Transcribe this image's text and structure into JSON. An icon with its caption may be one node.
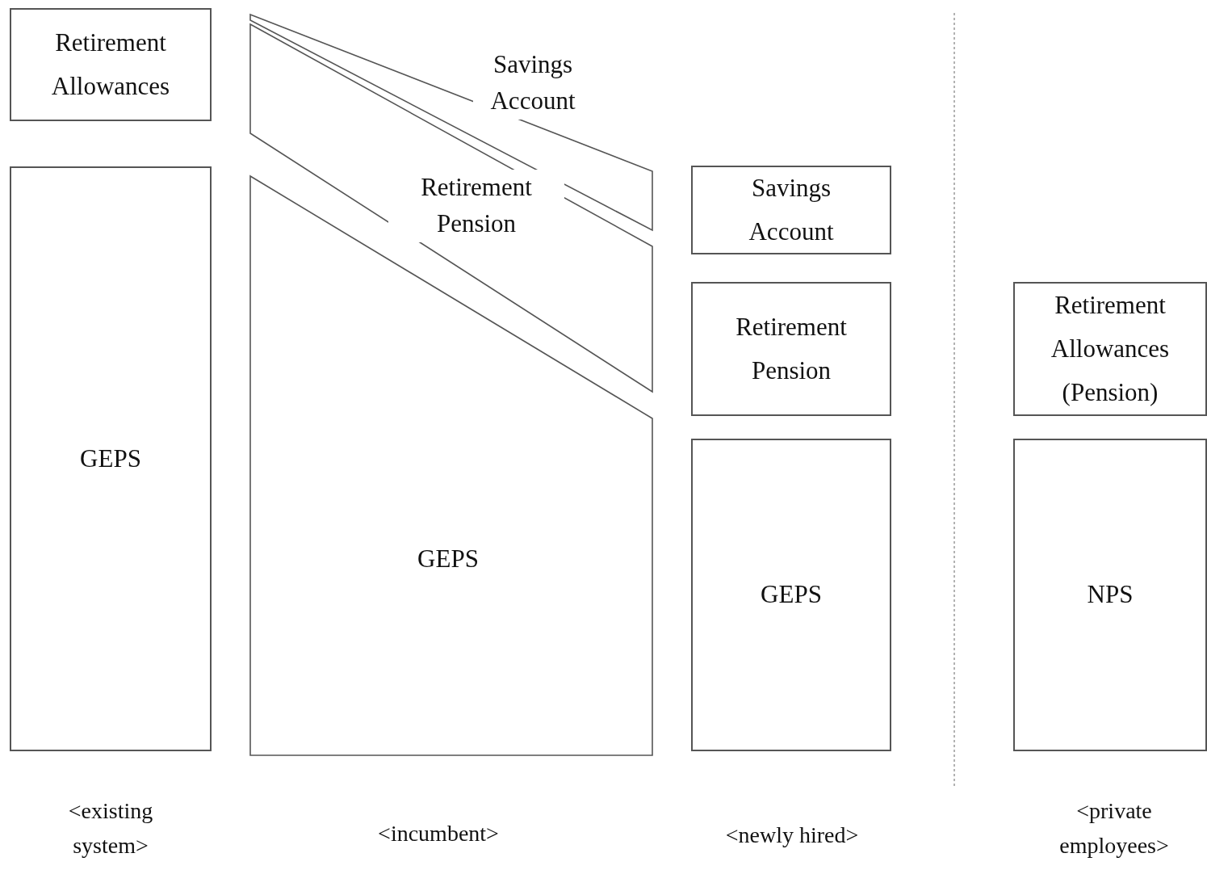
{
  "diagram": {
    "nodes": [
      {
        "text": [
          "Retirement Allowances"
        ]
      },
      {
        "text": [
          "GEPS"
        ]
      },
      {
        "text": [
          "Savings Account"
        ]
      },
      {
        "text": [
          "Retirement Pension"
        ]
      },
      {
        "text": [
          "GEPS"
        ]
      },
      {
        "text": [
          "Savings Account"
        ]
      },
      {
        "text": [
          "Retirement Pension"
        ]
      },
      {
        "text": [
          "GEPS"
        ]
      },
      {
        "text": [
          "Retirement Allowances (Pension)"
        ]
      },
      {
        "text": [
          "NPS"
        ]
      }
    ],
    "labels": [
      "<existing system>",
      "<incumbent>",
      "<newly hired>",
      "<private employees>"
    ]
  }
}
